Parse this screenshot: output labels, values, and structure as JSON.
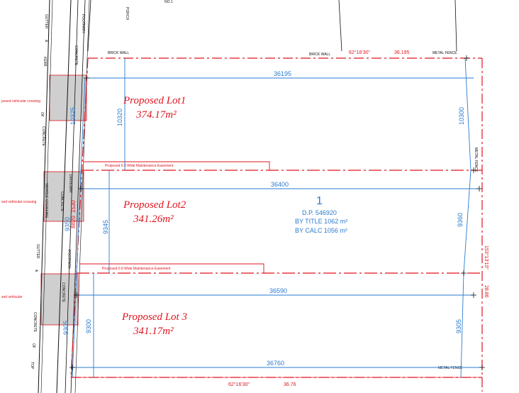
{
  "top_label": "NO.1",
  "porch_label": "PORCH",
  "street": {
    "gutter_top": "GUTTER",
    "amp_top": "&",
    "kerb_top": "KERB",
    "of_top": "OF",
    "concrete_top": "CONCRETE",
    "gutter_bottom": "GUTTER",
    "amp_bottom": "&",
    "concrete_bottom": "CONCRETE",
    "of_bottom": "OF",
    "top_bottom": "TOP",
    "concrete_fp_1": "CONCRETE",
    "footpath_1": "FOOTPATH",
    "concrete_fp_2": "CONCRETE",
    "footpath_2": "FOOTPATH",
    "concrete_fp_3": "CONCRETE",
    "vehicle_crossing": "VEHICLE CROSSING",
    "driveway": "DRIVEWAY"
  },
  "boundary": {
    "brick_wall_1": "BRICK WALL",
    "brick_wall_2": "BRICK WALL",
    "bearing_top": "62°16'30\"",
    "length_top": "36.195",
    "metal_fence_top": "METAL FENCE",
    "metal_fence_right": "METAL FENCE",
    "bearing_right": "153°13'10\"",
    "length_right": "28.86",
    "metal_fence_bottom": "METAL FENCE",
    "bearing_bottom": "62°16'30\"",
    "length_bottom": "36.76"
  },
  "crossings": {
    "crossing_1": "posed vehicular crossing",
    "crossing_2": "sed vehicular crossing",
    "crossing_3": "sed vehicular"
  },
  "easements": {
    "easement_1": "Proposed 0.9 Wide Maintenance Easement",
    "easement_2": "Proposed 0.9 Wide Maintenance Easement"
  },
  "lots": [
    {
      "name": "Proposed Lot1",
      "area": "374.17m²",
      "width_top": "36195",
      "depth_left": "10325",
      "depth_inner": "10320",
      "depth_right": "10300"
    },
    {
      "name": "Proposed Lot2",
      "area": "341.26m²",
      "width_top": "36400",
      "depth_left": "9350",
      "depth_inner": "9345",
      "depth_right": "9360",
      "extra_1": "1530",
      "extra_2": "8820"
    },
    {
      "name": "Proposed Lot 3",
      "area": "341.17m²",
      "width_top": "36590",
      "width_bottom": "36760",
      "depth_left": "9305",
      "depth_inner": "9300",
      "depth_right": "9305"
    }
  ],
  "parent_lot": {
    "number": "1",
    "dp": "D.P. 546920",
    "title_area": "BY TITLE 1062 m²",
    "calc_area": "BY CALC 1056 m²"
  },
  "colors": {
    "red": "#e0141e",
    "blue": "#2a7bd0",
    "black": "#111111",
    "gray": "#cfcfcf"
  }
}
